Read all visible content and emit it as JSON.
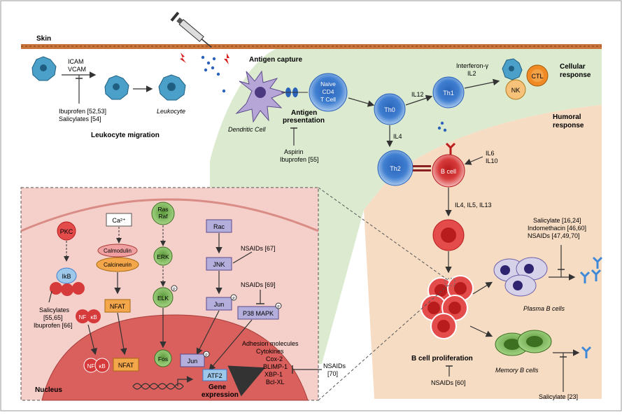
{
  "labels": {
    "skin": "Skin",
    "antigen_capture": "Antigen capture",
    "icam": "ICAM",
    "vcam": "VCAM",
    "ibuprofen_52_53": "Ibuprofen [52,53]",
    "salicylates_54": "Salicylates [54]",
    "leukocyte": "Leukocyte",
    "leukocyte_migration": "Leukocyte migration",
    "dendritic_cell": "Dendritic Cell",
    "antigen_presentation_1": "Antigen",
    "antigen_presentation_2": "presentation",
    "aspirin": "Aspirin",
    "ibuprofen_55": "Ibuprofen [55]",
    "naive_1": "Naive",
    "naive_2": "CD4",
    "naive_3": "T Cell",
    "th0": "Th0",
    "il12": "IL12",
    "th1": "Th1",
    "interferon": "Interferon-γ",
    "il2": "IL2",
    "ctl": "CTL",
    "nk": "NK",
    "cellular_1": "Cellular",
    "cellular_2": "response",
    "humoral_1": "Humoral",
    "humoral_2": "response",
    "il4": "IL4",
    "th2": "Th2",
    "b_cell": "B cell",
    "il6": "IL6",
    "il10": "IL10",
    "il4_5_13": "IL4, IL5, IL13",
    "salicylate_16_24": "Salicylate [16,24]",
    "indomethacin": "Indomethacin [46,60]",
    "nsaids_47": "NSAIDs [47,49,70]",
    "plasma_b": "Plasma B cells",
    "b_cell_proliferation": "B cell proliferation",
    "nsaids_60": "NSAIDs [60]",
    "memory_b": "Memory B cells",
    "salicylate_23": "Salicylate [23]",
    "pkc": "PKC",
    "ca": "Ca²⁺",
    "ras": "Ras",
    "raf": "Raf",
    "rac": "Rac",
    "calmodulin": "Calmodulin",
    "calcineurin": "Calcineurin",
    "erk": "ERK",
    "nsaids_67": "NSAIDs [67]",
    "jnk": "JNK",
    "ikb": "IkB",
    "nfat": "NFAT",
    "elk": "ELK",
    "jun": "Jun",
    "nsaids_69": "NSAIDs [69]",
    "p38": "P38 MAPK",
    "salicylates_55_65": "Salicylates",
    "salicylates_55_65_b": "[55,65]",
    "ibuprofen_66": "Ibuprofen [66]",
    "nf": "NF",
    "kb": "κB",
    "fos": "Fos",
    "atf2": "ATF2",
    "adhesion": "Adhesion molecules",
    "cytokines": "Cytokines",
    "cox2": "Cox-2",
    "blimp": "BLIMP-1",
    "xbp": "XBP-1",
    "bclxl": "Bcl-XL",
    "nsaids_70": "NSAIDs",
    "nsaids_70_b": "[70]",
    "gene_1": "Gene",
    "gene_2": "expression",
    "nucleus": "Nucleus",
    "p": "P"
  },
  "colors": {
    "skin_band": "#c8743a",
    "cellular_bg": "#dcebd0",
    "humoral_bg": "#f7dcc4",
    "signaling_bg": "#f5cfc9",
    "nucleus_bg": "#d9605c",
    "blue_cell": "#3f7ed0",
    "red_cell": "#d73a3a",
    "green_node": "#8fc56b",
    "purple_node": "#8a84c4",
    "orange_node": "#f0a030"
  },
  "icons": [
    "syringe-icon",
    "lightning-icon",
    "antibody-icon",
    "dna-icon"
  ]
}
